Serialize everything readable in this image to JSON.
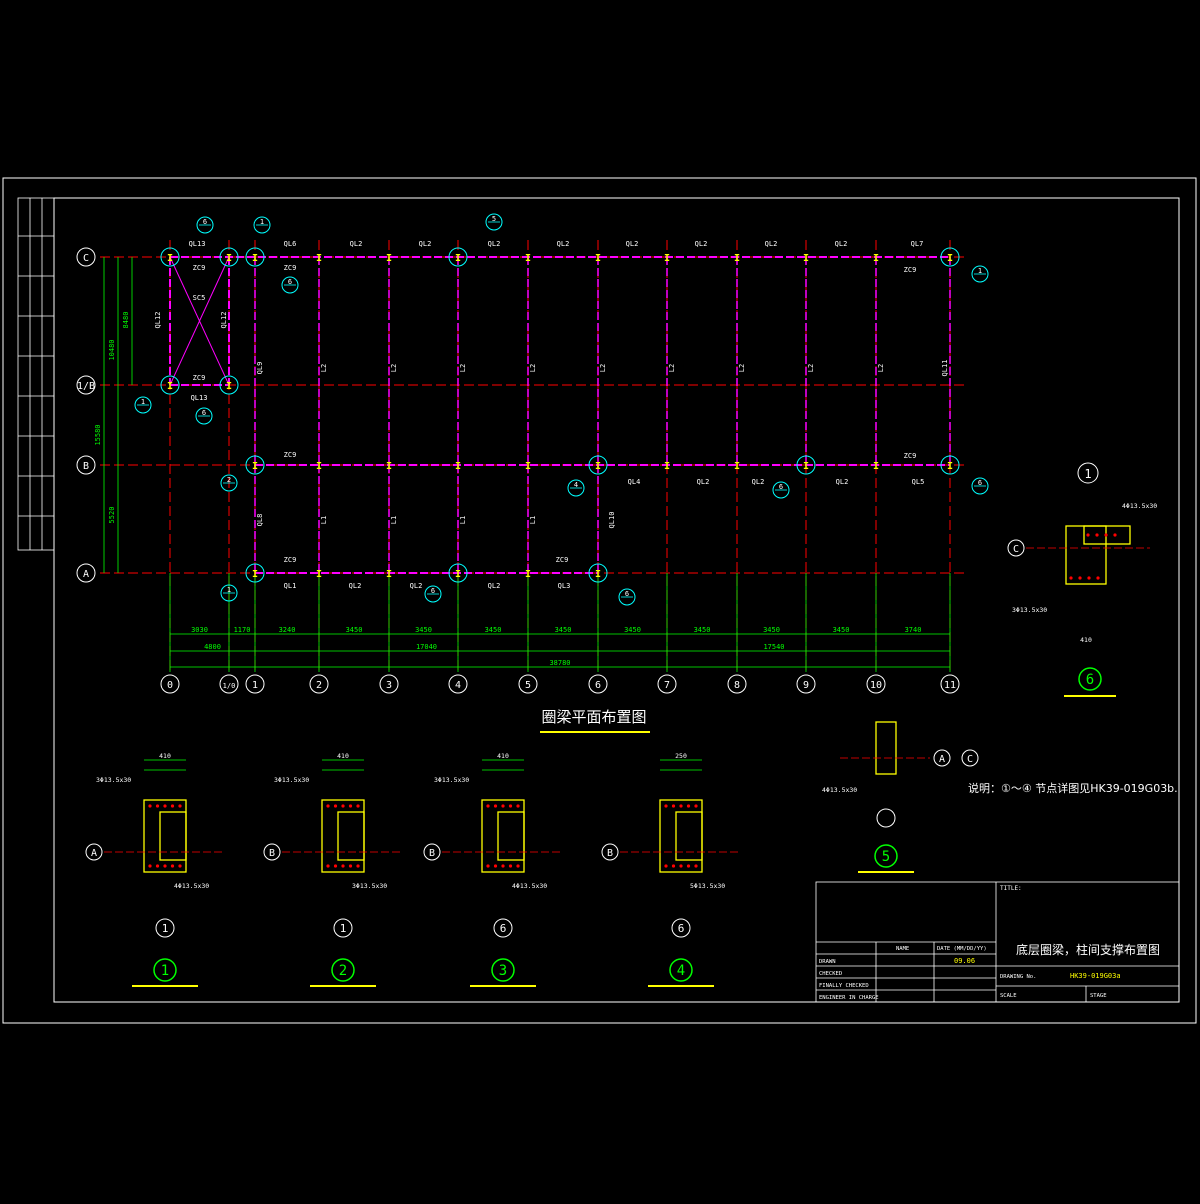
{
  "colors": {
    "bg": "#000000",
    "frame": "#ffffff",
    "axis": "#ff0000",
    "beam": "#ff00ff",
    "beamlight": "#ff66ff",
    "dim": "#00ff00",
    "bubble": "#00ffff",
    "tag": "#ffff00",
    "text": "#ffffff"
  },
  "title": "圈梁平面布置图",
  "grid_cols": [
    "0",
    "1/0",
    "1",
    "2",
    "3",
    "4",
    "5",
    "6",
    "7",
    "8",
    "9",
    "10",
    "11"
  ],
  "grid_rows": [
    "C",
    "1/B",
    "B",
    "A"
  ],
  "dims_bottom": [
    "3030",
    "1170",
    "3240",
    "3450",
    "3450",
    "3450",
    "3450",
    "3450",
    "3450",
    "3450",
    "3450",
    "3740"
  ],
  "dims_bottom2": [
    "4800",
    "17040",
    "17540"
  ],
  "dim_total": "38780",
  "dims_left": [
    "10480",
    "8480",
    "15580",
    "5520"
  ],
  "beam_labels_top": [
    "QL13",
    "QL6",
    "QL2",
    "QL2",
    "QL2",
    "QL2",
    "QL2",
    "QL2",
    "QL2",
    "QL2",
    "QL7"
  ],
  "beam_labels_mid": [
    "QL4",
    "QL2",
    "QL2",
    "QL2",
    "QL5"
  ],
  "beam_labels_bottom": [
    "QL1",
    "QL2",
    "QL2",
    "QL2",
    "QL3"
  ],
  "vert_labels_upper": [
    "QL12",
    "QL12",
    "QL9",
    "L2",
    "L2",
    "L2",
    "L2",
    "L2",
    "L2",
    "L2",
    "L2",
    "L2",
    "QL11"
  ],
  "vert_labels_lower": [
    "QL8",
    "L1",
    "L1",
    "L1",
    "L1",
    "QL10"
  ],
  "brace_labels": [
    "ZC9",
    "SC5",
    "ZC9",
    "QL13",
    "ZC9",
    "ZC9",
    "ZC9",
    "ZC9",
    "ZC9"
  ],
  "details": [
    {
      "num": "1",
      "ref": "1",
      "axis": "A",
      "bars_top": "3Φ13.5x30",
      "bars_bot": "4Φ13.5x30",
      "w": "410"
    },
    {
      "num": "2",
      "ref": "1",
      "axis": "B",
      "bars_top": "3Φ13.5x30",
      "bars_bot": "3Φ13.5x30",
      "w": "410"
    },
    {
      "num": "3",
      "ref": "6",
      "axis": "B",
      "bars_top": "3Φ13.5x30",
      "bars_bot": "4Φ13.5x30",
      "w": "410"
    },
    {
      "num": "4",
      "ref": "6",
      "axis": "B",
      "bars_top": "",
      "bars_bot": "5Φ13.5x30",
      "w": "250"
    },
    {
      "num": "5",
      "ref": "",
      "axis": "A C",
      "bars_top": "",
      "bars_bot": "4Φ13.5x30",
      "w": ""
    },
    {
      "num": "6",
      "ref": "1",
      "axis": "C",
      "bars_top": "4Φ13.5x30",
      "bars_bot": "3Φ13.5x30",
      "w": "410"
    }
  ],
  "note": "说明：①～④ 节点详图见HK39-019G03b.",
  "titleblock": {
    "title_label": "TITLE:",
    "drawing_title": "底层圈梁，柱间支撑布置图",
    "name_label": "NAME",
    "date_label": "DATE (MM/DD/YY)",
    "date_value": "09.06",
    "drawn": "DRAWN",
    "checked": "CHECKED",
    "finally": "FINALLY CHECKED",
    "incharge": "ENGINEER IN CHARGE",
    "drawing_no_label": "DRAWING No.",
    "drawing_no": "HK39-019G03a",
    "scale": "SCALE",
    "stage": "STAGE"
  }
}
